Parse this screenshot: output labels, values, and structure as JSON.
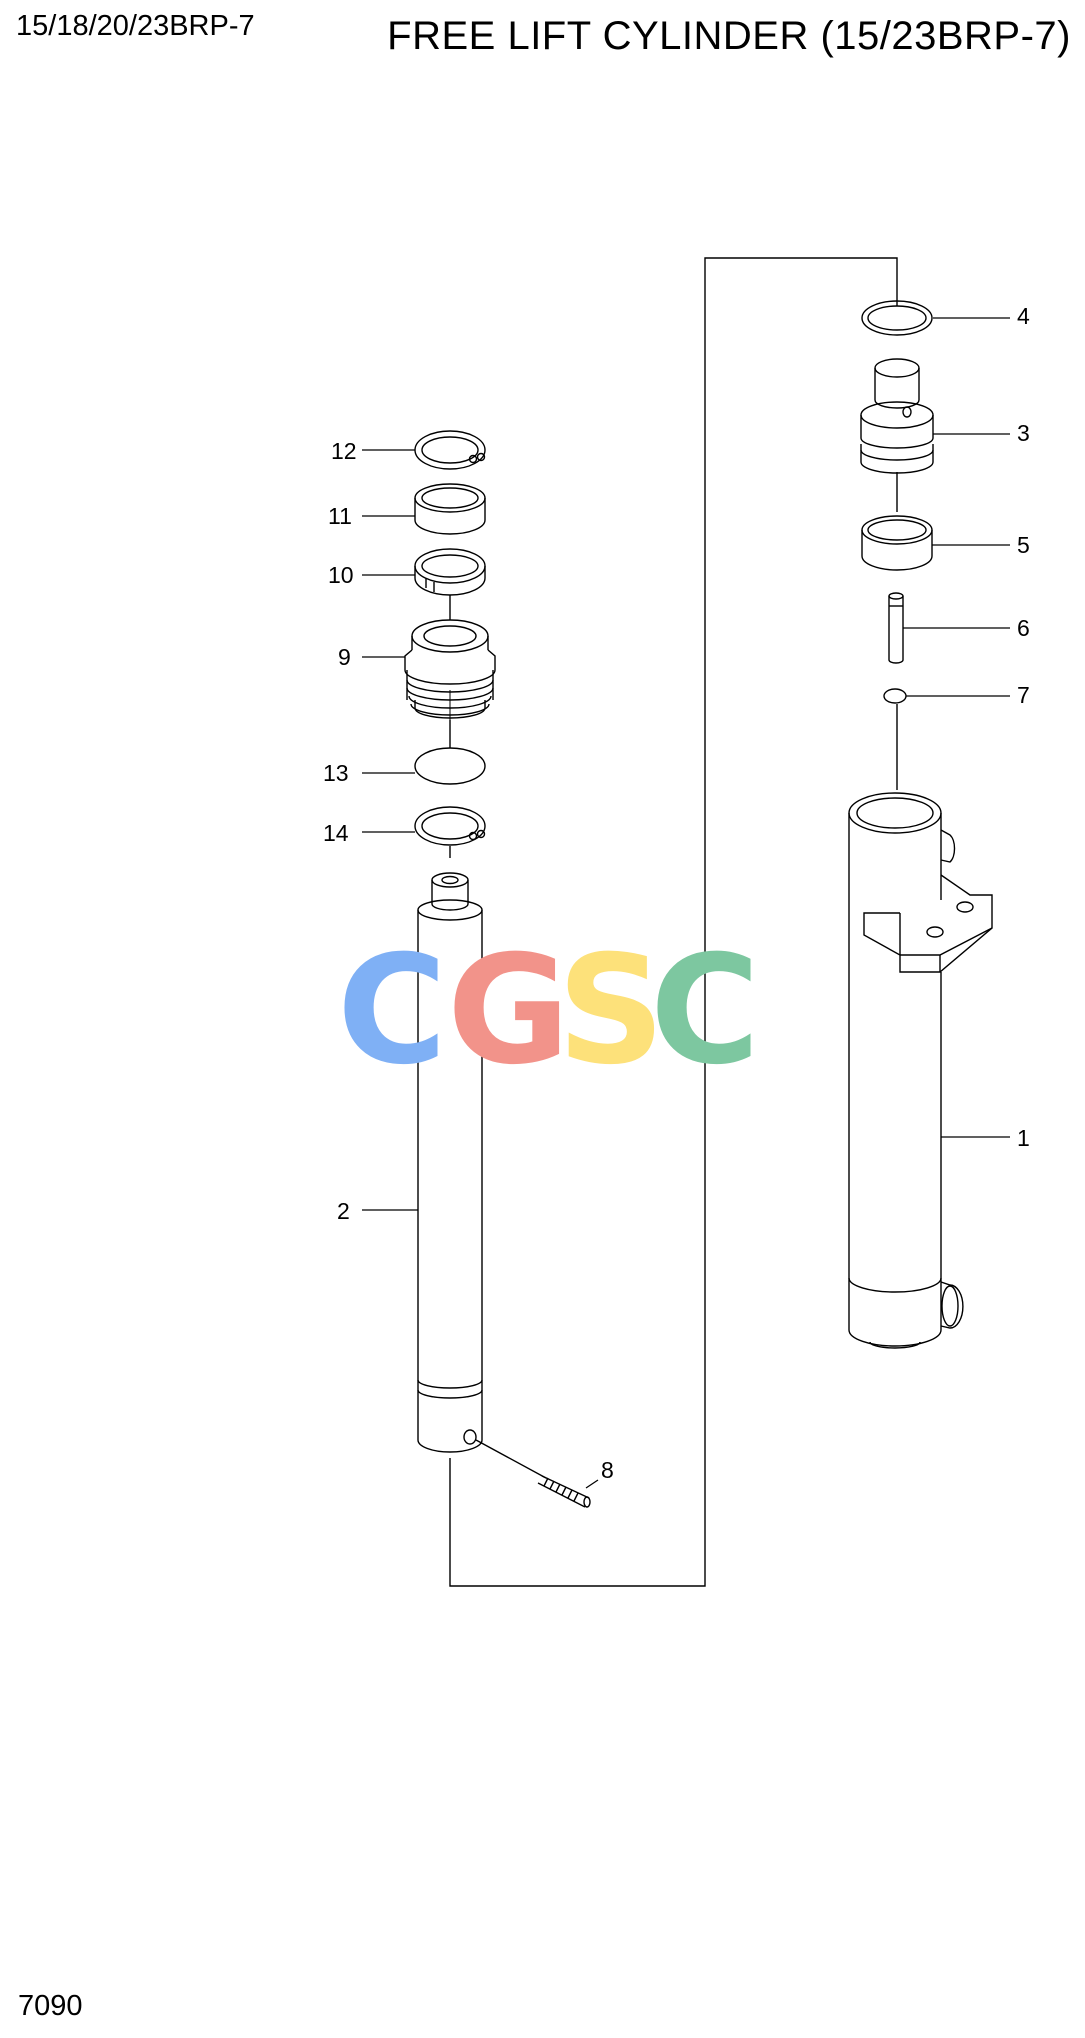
{
  "header": {
    "model": "15/18/20/23BRP-7",
    "title": "FREE LIFT CYLINDER (15/23BRP-7)"
  },
  "footer": {
    "page_code": "7090"
  },
  "watermark": {
    "letters": [
      "C",
      "G",
      "S",
      "C"
    ],
    "colors": [
      "#7fb0f5",
      "#f2938a",
      "#fde17a",
      "#7dc7a0"
    ]
  },
  "callouts": [
    "1",
    "2",
    "3",
    "4",
    "5",
    "6",
    "7",
    "8",
    "9",
    "10",
    "11",
    "12",
    "13",
    "14"
  ],
  "line_color": "#000000"
}
